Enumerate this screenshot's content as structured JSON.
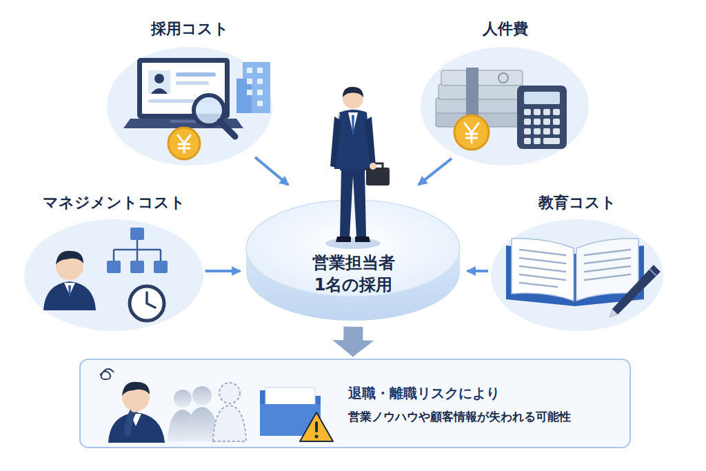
{
  "diagram": {
    "nodes": [
      {
        "text": [
          "採用コスト"
        ]
      },
      {
        "text": [
          "人件費"
        ]
      },
      {
        "text": [
          "マネジメントコスト"
        ]
      },
      {
        "text": [
          "教育コスト"
        ]
      },
      {
        "text": [
          "営業担当者 1名の採用"
        ]
      },
      {
        "text": [
          "退職・離職リスクにより",
          "営業ノウハウや顧客情報が失われる可能性"
        ]
      }
    ],
    "edges": [
      {
        "from": 0,
        "to": 4,
        "arrow": "to"
      },
      {
        "from": 1,
        "to": 4,
        "arrow": "to"
      },
      {
        "from": 2,
        "to": 4,
        "arrow": "to"
      },
      {
        "from": 3,
        "to": 4,
        "arrow": "to"
      },
      {
        "from": 4,
        "to": 5,
        "arrow": "to"
      }
    ]
  }
}
